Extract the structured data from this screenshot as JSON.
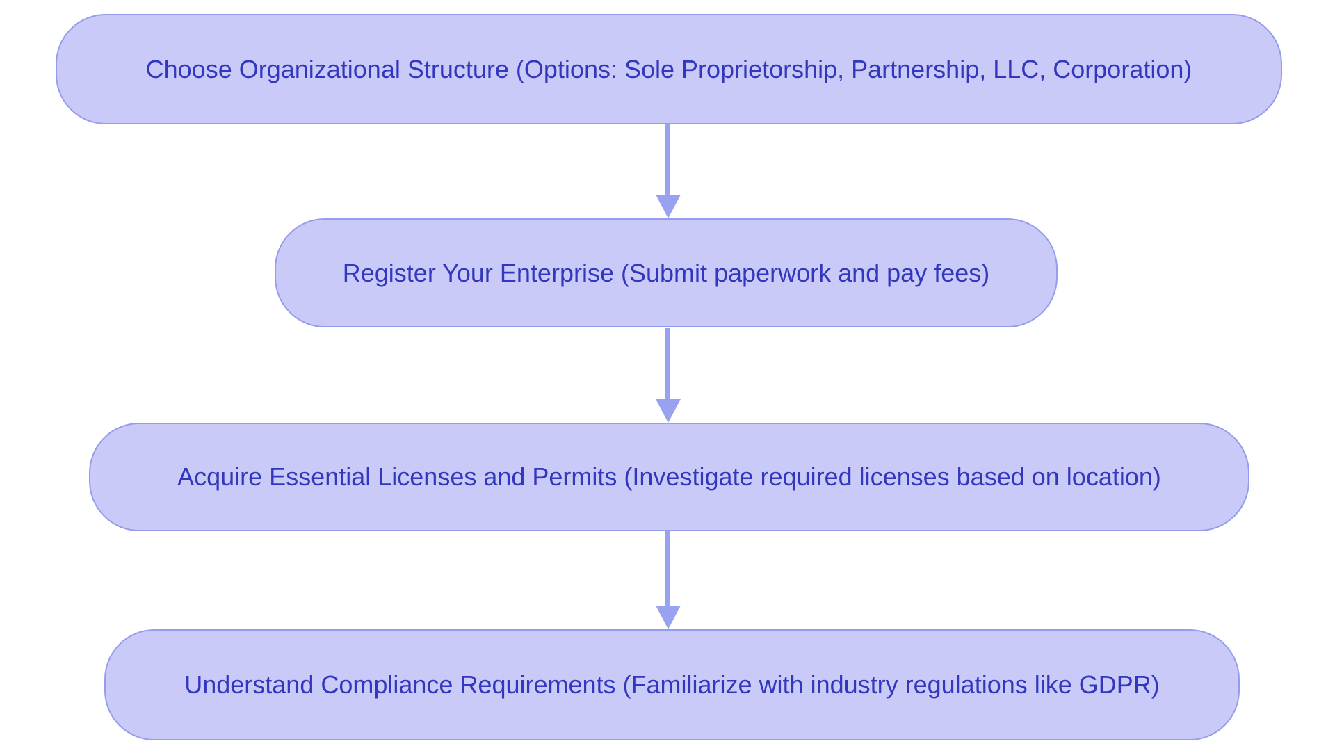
{
  "colors": {
    "background": "#ffffff",
    "node-fill": "#c9caf7",
    "node-border": "#959ceb",
    "arrow-color": "#98a2f0",
    "text-color": "#3337bd"
  },
  "diagram": {
    "type": "flowchart",
    "direction": "top-down",
    "steps": [
      {
        "label": "Choose Organizational Structure (Options: Sole Proprietorship, Partnership, LLC, Corporation)"
      },
      {
        "label": "Register Your Enterprise (Submit paperwork and pay fees)"
      },
      {
        "label": "Acquire Essential Licenses and Permits (Investigate required licenses based on location)"
      },
      {
        "label": "Understand Compliance Requirements (Familiarize with industry regulations like GDPR)"
      }
    ],
    "connectors": [
      {
        "from": 0,
        "to": 1
      },
      {
        "from": 1,
        "to": 2
      },
      {
        "from": 2,
        "to": 3
      }
    ]
  }
}
